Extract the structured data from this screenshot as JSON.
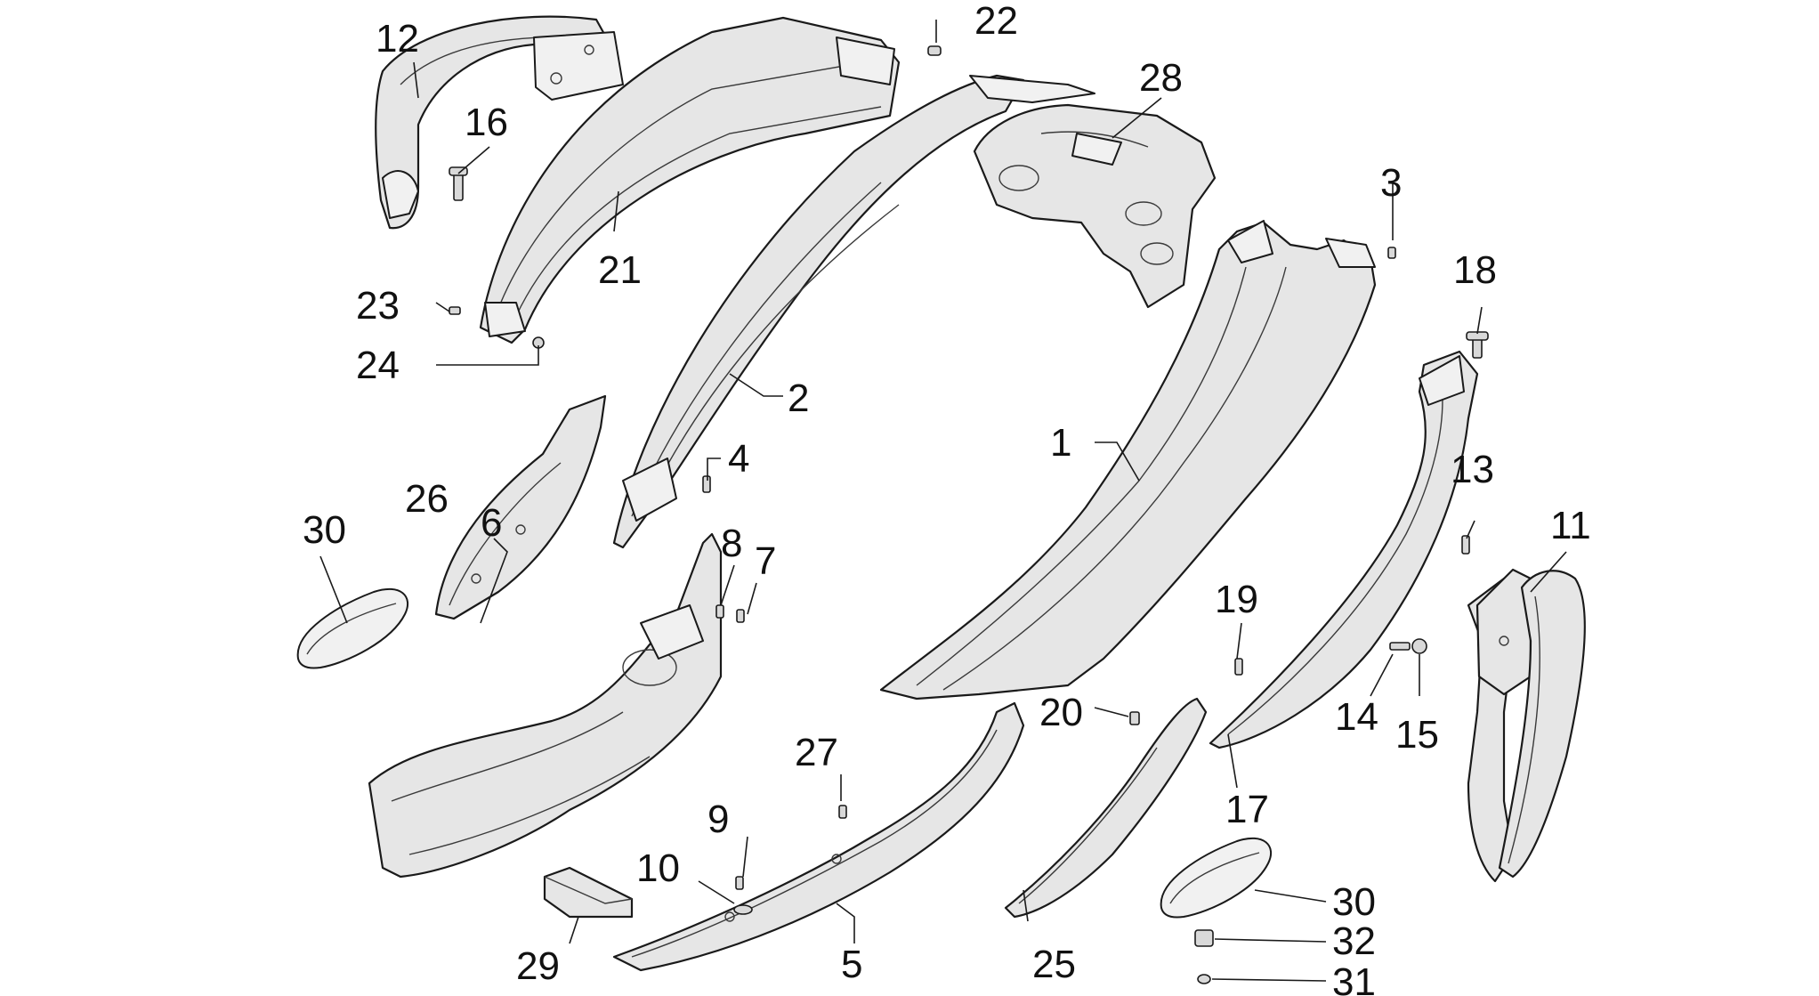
{
  "callouts": {
    "c1": "1",
    "c2": "2",
    "c3": "3",
    "c4": "4",
    "c5": "5",
    "c6": "6",
    "c7": "7",
    "c8": "8",
    "c9": "9",
    "c10": "10",
    "c11": "11",
    "c12": "12",
    "c13": "13",
    "c14": "14",
    "c15": "15",
    "c16": "16",
    "c17": "17",
    "c18": "18",
    "c19": "19",
    "c20": "20",
    "c21": "21",
    "c22": "22",
    "c23": "23",
    "c24": "24",
    "c25": "25",
    "c26": "26",
    "c27": "27",
    "c28": "28",
    "c29": "29",
    "c30a": "30",
    "c30b": "30",
    "c31": "31",
    "c32": "32"
  }
}
